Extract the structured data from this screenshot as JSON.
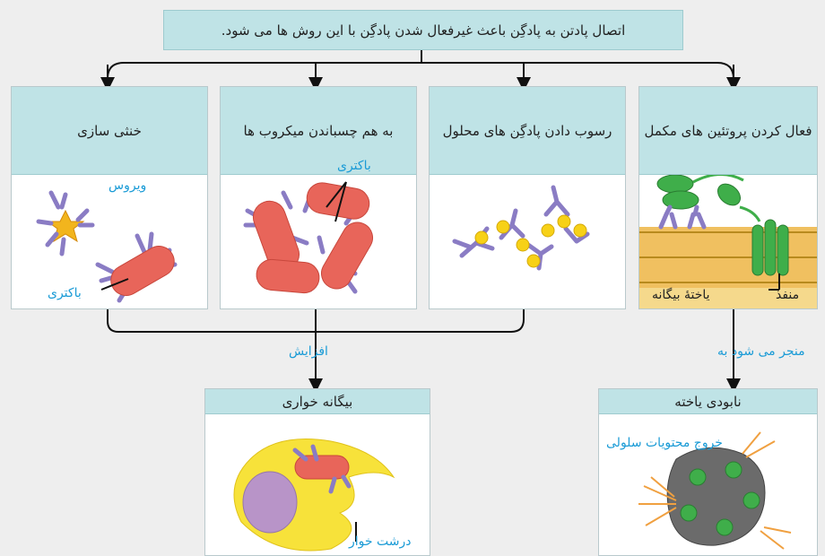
{
  "title": "اتصال پادتن به پادگِن باعث غیرفعال شدن پادگِن با این روش ها می شود.",
  "methods": [
    {
      "label": "خنثی سازی"
    },
    {
      "label": "به هم چسباندن میکروب ها"
    },
    {
      "label": "رسوب دادن پادگِن های محلول"
    },
    {
      "label": "فعال کردن پروتئین های مکمل"
    }
  ],
  "annotations": {
    "virus": "ویروس",
    "bacteria": "باکتری",
    "bacteria2": "باکتری",
    "channel": "منفذ",
    "foreign_cell": "یاختهٔ بیگانه",
    "increase": "افزایش",
    "leads_to": "منجر می شود به",
    "macrophage": "درشت خوار",
    "cell_contents_out": "خروج محتویات سلولی"
  },
  "results": {
    "phagocytosis": "بیگانه خواری",
    "cell_death": "نابودی یاخته"
  },
  "colors": {
    "header_fill": "#bfe3e6",
    "label_blue": "#1a9bd6",
    "antibody": "#8a7cc4",
    "bacteria": "#e8655a",
    "complement": "#3fae4a",
    "membrane": "#e3b84a"
  }
}
